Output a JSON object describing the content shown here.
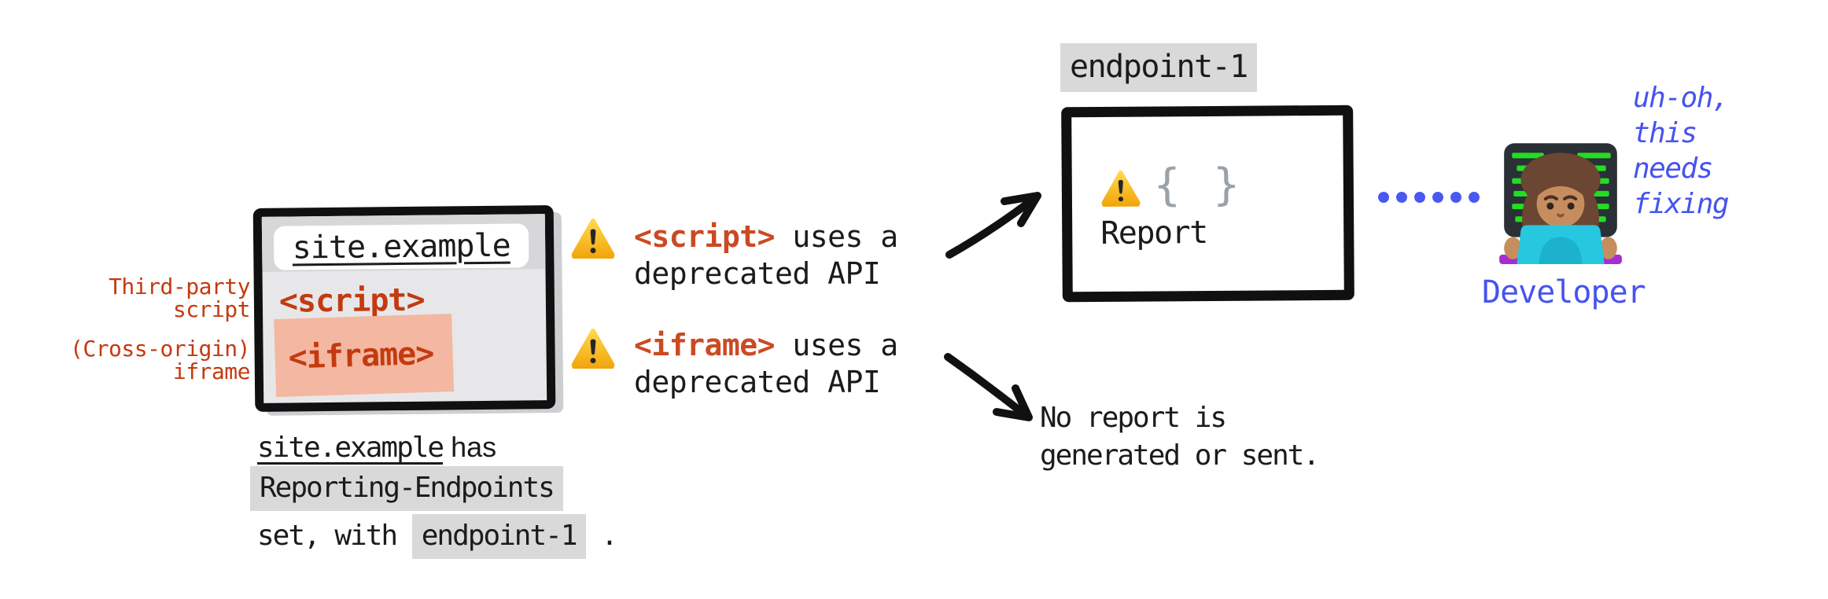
{
  "browser_window": {
    "url": "site.example",
    "script_tag": "<script>",
    "iframe_tag": "<iframe>"
  },
  "left_labels": [
    {
      "line1": "Third-party",
      "line2": "script"
    },
    {
      "line1": "(Cross-origin)",
      "line2": "iframe"
    }
  ],
  "caption": {
    "site": "site.example",
    "has": " has",
    "header": "Reporting-Endpoints",
    "set_with": "set, with ",
    "endpoint": "endpoint-1",
    "period": " ."
  },
  "warnings": [
    {
      "tag": "<script>",
      "rest": " uses a",
      "line2": "deprecated API"
    },
    {
      "tag": "<iframe>",
      "rest": " uses a",
      "line2": "deprecated API"
    }
  ],
  "endpoint_box": {
    "label": "endpoint-1",
    "braces": "{ }",
    "report": "Report"
  },
  "no_report": {
    "line1": "No report is",
    "line2": "generated or sent."
  },
  "developer": {
    "label": "Developer",
    "speech": [
      "uh-oh,",
      "this",
      "needs",
      "fixing"
    ]
  },
  "icons": {
    "warning": "warning-triangle",
    "developer": "woman-technologist-emoji"
  },
  "colors": {
    "code_red_dark": "#c43a10",
    "code_red": "#cb4a22",
    "salmon_highlight": "#f4b7a1",
    "gray_highlight": "#d9d9d9",
    "blue": "#4653ef",
    "window_gray": "#e7e7e9"
  }
}
